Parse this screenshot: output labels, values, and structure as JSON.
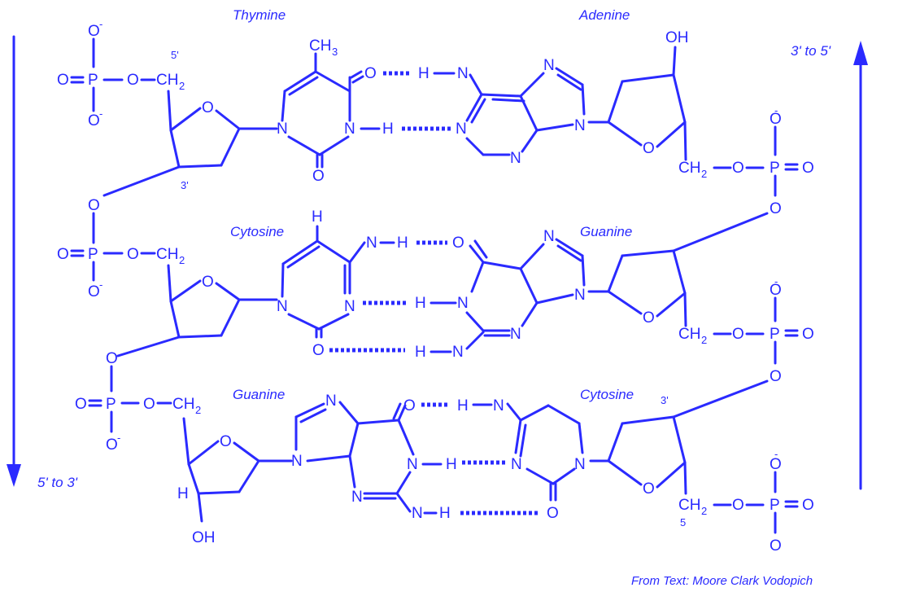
{
  "colors": {
    "ink": "#2a2aff",
    "background": "#ffffff"
  },
  "bases": {
    "thymine": "Thymine",
    "adenine": "Adenine",
    "cytosine_left": "Cytosine",
    "guanine_right": "Guanine",
    "guanine_left": "Guanine",
    "cytosine_right": "Cytosine"
  },
  "directions": {
    "left": "5' to 3'",
    "right": "3' to 5'"
  },
  "credit": "From Text: Moore Clark Vodopich",
  "atoms": {
    "O": "O",
    "P": "P",
    "N": "N",
    "H": "H",
    "OH": "OH",
    "CH2": "CH",
    "sub2": "2",
    "CH3": "CH",
    "sub3": "3",
    "minus": "-",
    "five": "5'",
    "three": "3'",
    "five_plain": "5",
    "three_plain": "3"
  }
}
